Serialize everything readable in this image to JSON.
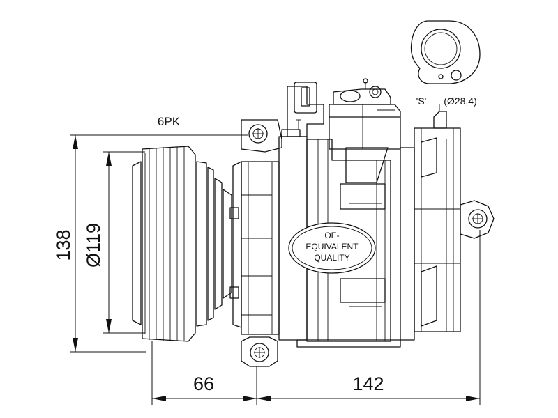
{
  "dimensions": {
    "belt_profile": "6PK",
    "overall_height": "138",
    "pulley_diameter": "Ø119",
    "pulley_to_mount": "66",
    "mount_to_end": "142"
  },
  "fitting": {
    "port_label": "'S'",
    "port_diameter": "(Ø28,4)"
  },
  "badge": {
    "line1": "OE-",
    "line2": "EQUIVALENT",
    "line3": "QUALITY"
  },
  "colors": {
    "line": "#111111",
    "background": "#ffffff"
  }
}
